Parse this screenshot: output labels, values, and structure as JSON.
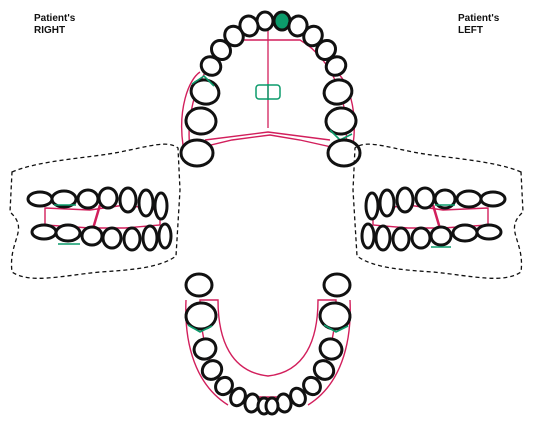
{
  "labels": {
    "patient_right": "Patient's\nRIGHT",
    "patient_left": "Patient's\nLEFT"
  },
  "colors": {
    "outline": "#111111",
    "gingiva": "#d21f5c",
    "restoration": "#0c9b6b",
    "background": "#ffffff"
  },
  "views": [
    "upper-occlusal",
    "lower-occlusal",
    "right-buccal",
    "left-buccal"
  ]
}
